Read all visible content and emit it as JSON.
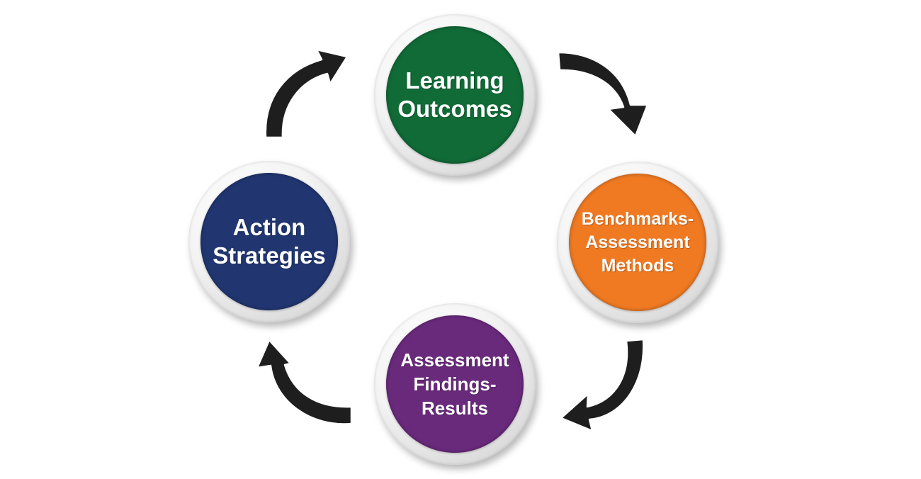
{
  "diagram": {
    "nodes": [
      {
        "id": "learning",
        "label": "Learning\nOutcomes",
        "color": "#116b37"
      },
      {
        "id": "benchmarks",
        "label": "Benchmarks-\nAssessment\nMethods",
        "color": "#f07a22"
      },
      {
        "id": "findings",
        "label": "Assessment\nFindings-\nResults",
        "color": "#6a2a7c"
      },
      {
        "id": "action",
        "label": "Action\nStrategies",
        "color": "#213671"
      }
    ],
    "arrow_color": "#1e1e1e",
    "flow": "clockwise"
  }
}
